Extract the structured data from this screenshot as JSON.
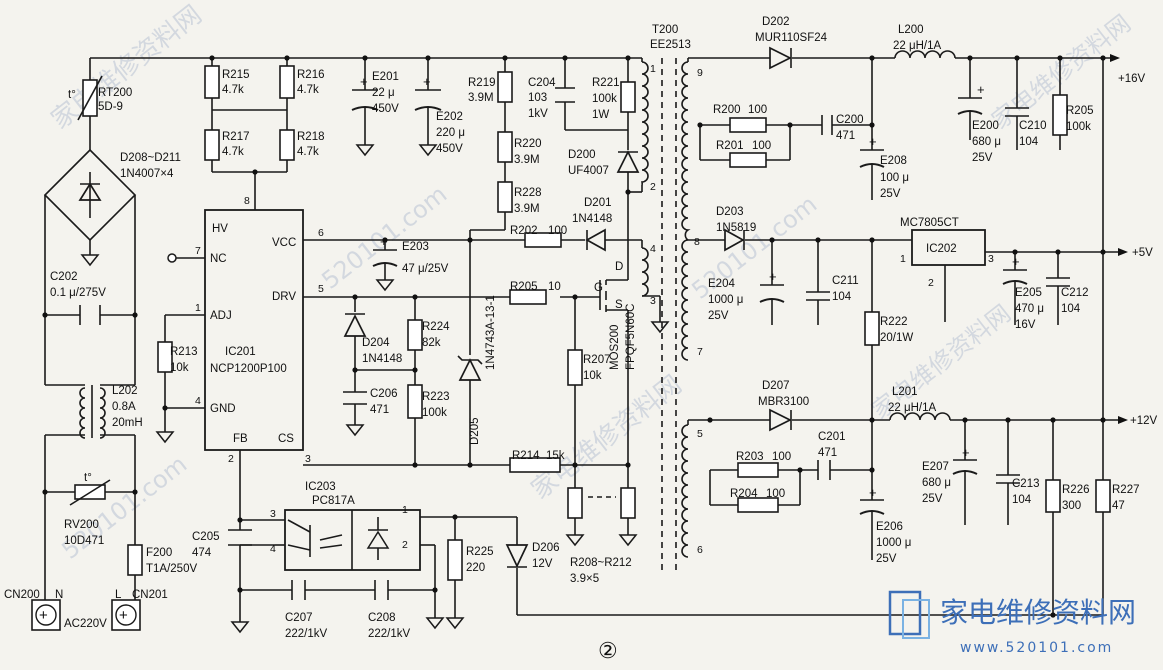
{
  "page_number": "②",
  "logo": {
    "site_name": "家电维修资料网",
    "domain": "www.520101.com"
  },
  "watermarks": [
    "家电维修资料网",
    "520101.com",
    "家电维修资料网",
    "520101.com",
    "家电维修资料网",
    "520101.com",
    "家电维修资料网"
  ],
  "outputs": {
    "v16": "+16V",
    "v5": "+5V",
    "v12": "+12V"
  },
  "ic201": {
    "ref": "IC201",
    "part": "NCP1200P100",
    "pin_hv": "HV",
    "pin_nc": "NC",
    "pin_adj": "ADJ",
    "pin_gnd": "GND",
    "pin_fb": "FB",
    "pin_cs": "CS",
    "pin_vcc": "VCC",
    "pin_drv": "DRV",
    "num_8": "8",
    "num_7": "7",
    "num_1": "1",
    "num_4": "4",
    "num_2": "2",
    "num_3": "3",
    "num_6": "6",
    "num_5": "5"
  },
  "ic202": {
    "ref": "IC202",
    "part": "MC7805CT",
    "pin1": "1",
    "pin2": "2",
    "pin3": "3"
  },
  "ic203": {
    "ref": "IC203",
    "part": "PC817A",
    "p1": "1",
    "p2": "2",
    "p3": "3",
    "p4": "4"
  },
  "transformer": {
    "ref": "T200",
    "part": "EE2513",
    "p1": "1",
    "p2": "2",
    "p3": "3",
    "p4": "4",
    "p5": "5",
    "p6": "6",
    "p7": "7",
    "p8": "8",
    "p9": "9"
  },
  "mosfet": {
    "ref": "MOS200",
    "part": "FPQF5N60C",
    "d": "D",
    "g": "G",
    "s": "S"
  },
  "components": {
    "rt200": {
      "ref": "RT200",
      "val": "5D-9",
      "sym": "t°"
    },
    "bridge": {
      "ref": "D208~D211",
      "val": "1N4007×4"
    },
    "c202": {
      "ref": "C202",
      "val": "0.1 μ/275V"
    },
    "l202": {
      "ref": "L202",
      "val1": "0.8A",
      "val2": "20mH"
    },
    "rv200": {
      "ref": "RV200",
      "val": "10D471",
      "sym": "t°"
    },
    "f200": {
      "ref": "F200",
      "val": "T1A/250V"
    },
    "cn200": {
      "ref": "CN200",
      "pin": "N",
      "label": "AC220V"
    },
    "cn201": {
      "ref": "CN201",
      "pin": "L"
    },
    "r215": {
      "ref": "R215",
      "val": "4.7k"
    },
    "r216": {
      "ref": "R216",
      "val": "4.7k"
    },
    "r217": {
      "ref": "R217",
      "val": "4.7k"
    },
    "r218": {
      "ref": "R218",
      "val": "4.7k"
    },
    "e201": {
      "ref": "E201",
      "val1": "22 μ",
      "val2": "450V"
    },
    "e202": {
      "ref": "E202",
      "val1": "220 μ",
      "val2": "450V"
    },
    "r213": {
      "ref": "R213",
      "val": "10k"
    },
    "r219": {
      "ref": "R219",
      "val": "3.9M"
    },
    "r220": {
      "ref": "R220",
      "val": "3.9M"
    },
    "r228": {
      "ref": "R228",
      "val": "3.9M"
    },
    "c204": {
      "ref": "C204",
      "val1": "103",
      "val2": "1kV"
    },
    "r221": {
      "ref": "R221",
      "val1": "100k",
      "val2": "1W"
    },
    "d200": {
      "ref": "D200",
      "val": "UF4007"
    },
    "d201": {
      "ref": "D201",
      "val": "1N4148"
    },
    "e203": {
      "ref": "E203",
      "val": "47 μ/25V"
    },
    "r202": {
      "ref": "R202",
      "val": "100"
    },
    "r205a": {
      "ref": "R205",
      "val": "10"
    },
    "r224": {
      "ref": "R224",
      "val": "82k"
    },
    "r223": {
      "ref": "R223",
      "val": "100k"
    },
    "d204": {
      "ref": "D204",
      "val": "1N4148"
    },
    "c206": {
      "ref": "C206",
      "val": "471"
    },
    "d205": {
      "ref": "D205",
      "val": "1N4743A-13-1"
    },
    "r207": {
      "ref": "R207",
      "val": "10k"
    },
    "r214": {
      "ref": "R214",
      "val": "15k"
    },
    "r208": {
      "ref": "R208~R212",
      "val": "3.9×5"
    },
    "c205": {
      "ref": "C205",
      "val": "474"
    },
    "c207": {
      "ref": "C207",
      "val": "222/1kV"
    },
    "c208": {
      "ref": "C208",
      "val": "222/1kV"
    },
    "r225": {
      "ref": "R225",
      "val": "220"
    },
    "d206": {
      "ref": "D206",
      "val": "12V"
    },
    "d202": {
      "ref": "D202",
      "val": "MUR110SF24"
    },
    "l200": {
      "ref": "L200",
      "val": "22 μH/1A"
    },
    "r200": {
      "ref": "R200",
      "val": "100"
    },
    "r201": {
      "ref": "R201",
      "val": "100"
    },
    "c200": {
      "ref": "C200",
      "val": "471"
    },
    "e208": {
      "ref": "E208",
      "val1": "100 μ",
      "val2": "25V"
    },
    "e200": {
      "ref": "E200",
      "val1": "680 μ",
      "val2": "25V"
    },
    "c210": {
      "ref": "C210",
      "val": "104"
    },
    "r205b": {
      "ref": "R205",
      "val": "100k"
    },
    "d203": {
      "ref": "D203",
      "val": "1N5819"
    },
    "e204": {
      "ref": "E204",
      "val1": "1000 μ",
      "val2": "25V"
    },
    "c211": {
      "ref": "C211",
      "val": "104"
    },
    "r222": {
      "ref": "R222",
      "val": "20/1W"
    },
    "e205": {
      "ref": "E205",
      "val1": "470 μ",
      "val2": "16V"
    },
    "c212": {
      "ref": "C212",
      "val": "104"
    },
    "d207": {
      "ref": "D207",
      "val": "MBR3100"
    },
    "l201": {
      "ref": "L201",
      "val": "22 μH/1A"
    },
    "r203": {
      "ref": "R203",
      "val": "100"
    },
    "r204": {
      "ref": "R204",
      "val": "100"
    },
    "c201": {
      "ref": "C201",
      "val": "471"
    },
    "e206": {
      "ref": "E206",
      "val1": "1000 μ",
      "val2": "25V"
    },
    "e207": {
      "ref": "E207",
      "val1": "680 μ",
      "val2": "25V"
    },
    "c213": {
      "ref": "C213",
      "val": "104"
    },
    "r226": {
      "ref": "R226",
      "val": "300"
    },
    "r227": {
      "ref": "R227",
      "val": "47"
    }
  }
}
